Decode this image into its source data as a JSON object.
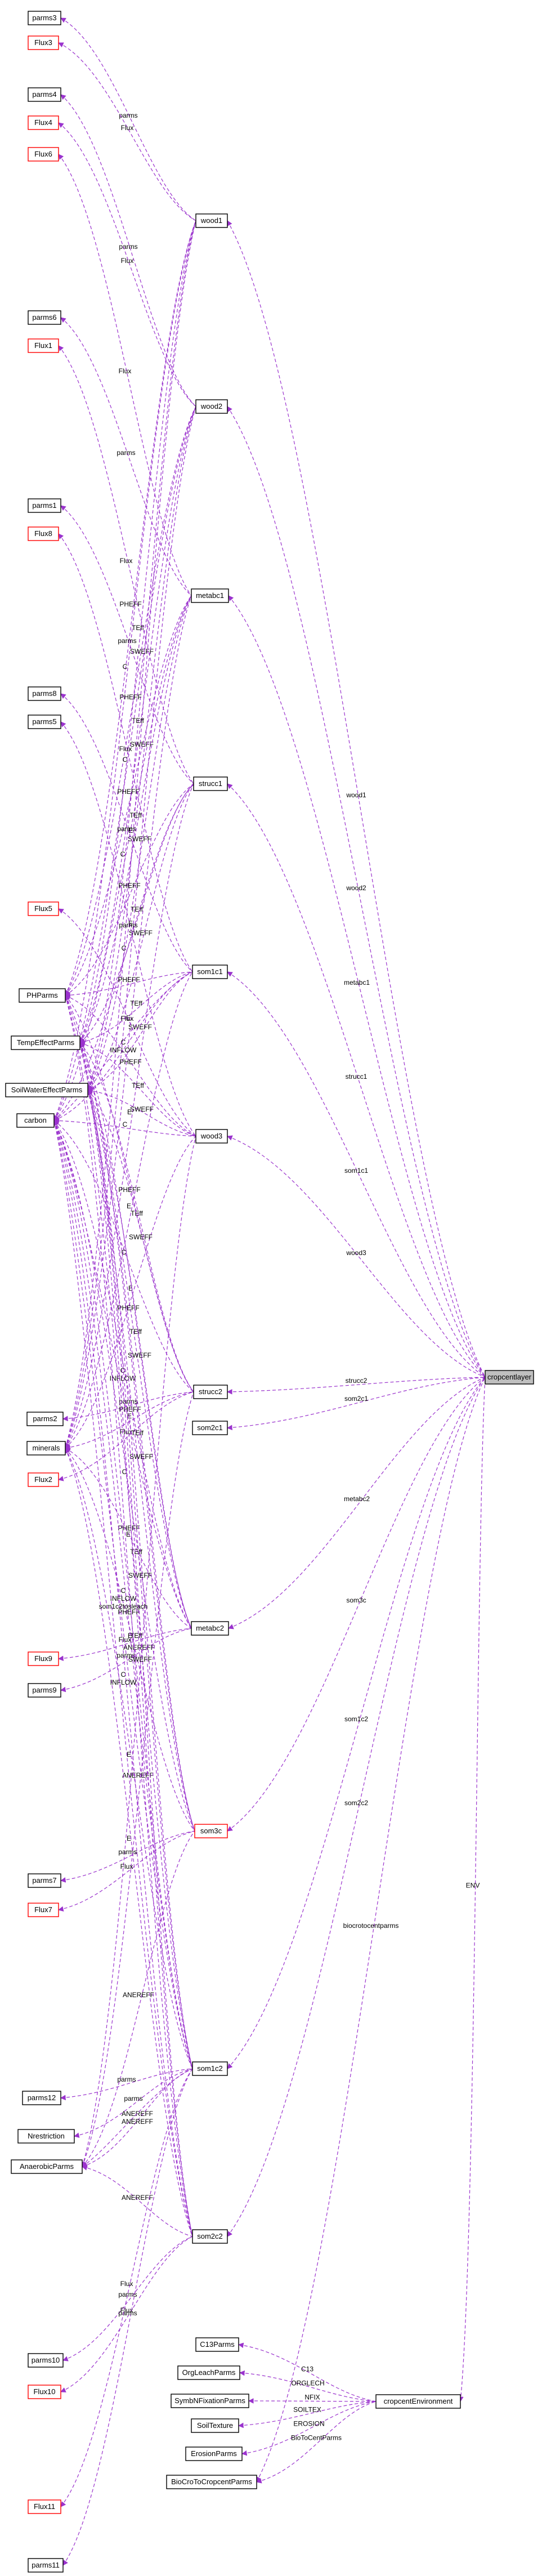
{
  "diagram": {
    "edge_color": "#9a32cd",
    "missing_color": "#ff0000",
    "focus_fill": "#bfbfbf",
    "nodes": [
      {
        "id": "cropcentlayer",
        "label": "cropcentlayer",
        "kind": "focus"
      },
      {
        "id": "wood1",
        "label": "wood1"
      },
      {
        "id": "wood2",
        "label": "wood2"
      },
      {
        "id": "metabc1",
        "label": "metabc1"
      },
      {
        "id": "strucc1",
        "label": "strucc1"
      },
      {
        "id": "som1c1",
        "label": "som1c1"
      },
      {
        "id": "wood3",
        "label": "wood3"
      },
      {
        "id": "strucc2",
        "label": "strucc2"
      },
      {
        "id": "som2c1",
        "label": "som2c1"
      },
      {
        "id": "metabc2",
        "label": "metabc2"
      },
      {
        "id": "som3c",
        "label": "som3c",
        "kind": "missing"
      },
      {
        "id": "som1c2",
        "label": "som1c2"
      },
      {
        "id": "som2c2",
        "label": "som2c2"
      },
      {
        "id": "cropcentEnvironment",
        "label": "cropcentEnvironment"
      },
      {
        "id": "C13Parms",
        "label": "C13Parms"
      },
      {
        "id": "OrgLeachParms",
        "label": "OrgLeachParms"
      },
      {
        "id": "SymbNFixationParms",
        "label": "SymbNFixationParms"
      },
      {
        "id": "SoilTexture",
        "label": "SoilTexture"
      },
      {
        "id": "ErosionParms",
        "label": "ErosionParms"
      },
      {
        "id": "BioCroToCropcentParms",
        "label": "BioCroToCropcentParms"
      },
      {
        "id": "parms3",
        "label": "parms3"
      },
      {
        "id": "Flux3",
        "label": "Flux3",
        "kind": "missing"
      },
      {
        "id": "parms4",
        "label": "parms4"
      },
      {
        "id": "Flux4",
        "label": "Flux4",
        "kind": "missing"
      },
      {
        "id": "Flux6",
        "label": "Flux6",
        "kind": "missing"
      },
      {
        "id": "parms6",
        "label": "parms6"
      },
      {
        "id": "Flux1",
        "label": "Flux1",
        "kind": "missing"
      },
      {
        "id": "parms1",
        "label": "parms1"
      },
      {
        "id": "Flux8",
        "label": "Flux8",
        "kind": "missing"
      },
      {
        "id": "parms8",
        "label": "parms8"
      },
      {
        "id": "parms5",
        "label": "parms5"
      },
      {
        "id": "Flux5",
        "label": "Flux5",
        "kind": "missing"
      },
      {
        "id": "PHParms",
        "label": "PHParms"
      },
      {
        "id": "TempEffectParms",
        "label": "TempEffectParms"
      },
      {
        "id": "SoilWaterEffectParms",
        "label": "SoilWaterEffectParms"
      },
      {
        "id": "carbon",
        "label": "carbon"
      },
      {
        "id": "parms2",
        "label": "parms2"
      },
      {
        "id": "minerals",
        "label": "minerals"
      },
      {
        "id": "Flux2",
        "label": "Flux2",
        "kind": "missing"
      },
      {
        "id": "Flux9",
        "label": "Flux9",
        "kind": "missing"
      },
      {
        "id": "parms9",
        "label": "parms9"
      },
      {
        "id": "parms7",
        "label": "parms7"
      },
      {
        "id": "Flux7",
        "label": "Flux7",
        "kind": "missing"
      },
      {
        "id": "parms12",
        "label": "parms12"
      },
      {
        "id": "Nrestriction",
        "label": "Nrestriction"
      },
      {
        "id": "AnaerobicParms",
        "label": "AnaerobicParms"
      },
      {
        "id": "parms10",
        "label": "parms10"
      },
      {
        "id": "Flux10",
        "label": "Flux10",
        "kind": "missing"
      },
      {
        "id": "Flux11",
        "label": "Flux11",
        "kind": "missing"
      },
      {
        "id": "parms11",
        "label": "parms11"
      }
    ],
    "edges": [
      {
        "from": "wood1",
        "to": "cropcentlayer",
        "label": "wood1"
      },
      {
        "from": "wood2",
        "to": "cropcentlayer",
        "label": "wood2"
      },
      {
        "from": "metabc1",
        "to": "cropcentlayer",
        "label": "metabc1"
      },
      {
        "from": "strucc1",
        "to": "cropcentlayer",
        "label": "strucc1"
      },
      {
        "from": "som1c1",
        "to": "cropcentlayer",
        "label": "som1c1"
      },
      {
        "from": "wood3",
        "to": "cropcentlayer",
        "label": "wood3"
      },
      {
        "from": "strucc2",
        "to": "cropcentlayer",
        "label": "strucc2"
      },
      {
        "from": "som2c1",
        "to": "cropcentlayer",
        "label": "som2c1"
      },
      {
        "from": "metabc2",
        "to": "cropcentlayer",
        "label": "metabc2"
      },
      {
        "from": "som3c",
        "to": "cropcentlayer",
        "label": "som3c"
      },
      {
        "from": "som1c2",
        "to": "cropcentlayer",
        "label": "som1c2"
      },
      {
        "from": "som2c2",
        "to": "cropcentlayer",
        "label": "som2c2"
      },
      {
        "from": "cropcentEnvironment",
        "to": "cropcentlayer",
        "label": "ENV"
      },
      {
        "from": "C13Parms",
        "to": "cropcentEnvironment",
        "label": "C13"
      },
      {
        "from": "OrgLeachParms",
        "to": "cropcentEnvironment",
        "label": "ORGLECH"
      },
      {
        "from": "SymbNFixationParms",
        "to": "cropcentEnvironment",
        "label": "NFIX"
      },
      {
        "from": "SoilTexture",
        "to": "cropcentEnvironment",
        "label": "SOILTEX"
      },
      {
        "from": "ErosionParms",
        "to": "cropcentEnvironment",
        "label": "EROSION"
      },
      {
        "from": "BioCroToCropcentParms",
        "to": "cropcentEnvironment",
        "label": "BioToCentParms"
      },
      {
        "from": "BioCroToCropcentParms",
        "to": "cropcentlayer",
        "label": "biocrotocentparms"
      },
      {
        "from": "parms3",
        "to": "wood1",
        "label": "parms"
      },
      {
        "from": "Flux3",
        "to": "wood1",
        "label": "Flux"
      },
      {
        "from": "PHParms",
        "to": "wood1",
        "label": "PHEFF"
      },
      {
        "from": "TempEffectParms",
        "to": "wood1",
        "label": "TEff"
      },
      {
        "from": "SoilWaterEffectParms",
        "to": "wood1",
        "label": "SWEFF"
      },
      {
        "from": "carbon",
        "to": "wood1",
        "label": "C"
      },
      {
        "from": "minerals",
        "to": "wood1",
        "label": "E"
      },
      {
        "from": "parms4",
        "to": "wood2",
        "label": "parms"
      },
      {
        "from": "Flux4",
        "to": "wood2",
        "label": "Flux"
      },
      {
        "from": "PHParms",
        "to": "wood2",
        "label": "PHEFF"
      },
      {
        "from": "TempEffectParms",
        "to": "wood2",
        "label": "TEff"
      },
      {
        "from": "SoilWaterEffectParms",
        "to": "wood2",
        "label": "SWEFF"
      },
      {
        "from": "carbon",
        "to": "wood2",
        "label": "C"
      },
      {
        "from": "minerals",
        "to": "wood2",
        "label": "E"
      },
      {
        "from": "parms6",
        "to": "metabc1",
        "label": "parms"
      },
      {
        "from": "Flux6",
        "to": "metabc1",
        "label": "Flux"
      },
      {
        "from": "PHParms",
        "to": "metabc1",
        "label": "PHEFF"
      },
      {
        "from": "TempEffectParms",
        "to": "metabc1",
        "label": "TEff"
      },
      {
        "from": "SoilWaterEffectParms",
        "to": "metabc1",
        "label": "SWEFF"
      },
      {
        "from": "carbon",
        "to": "metabc1",
        "label": "C"
      },
      {
        "from": "minerals",
        "to": "metabc1",
        "label": "E"
      },
      {
        "from": "parms1",
        "to": "strucc1",
        "label": "parms"
      },
      {
        "from": "Flux1",
        "to": "strucc1",
        "label": "Flux"
      },
      {
        "from": "PHParms",
        "to": "strucc1",
        "label": "PHEFF"
      },
      {
        "from": "TempEffectParms",
        "to": "strucc1",
        "label": "TEff"
      },
      {
        "from": "SoilWaterEffectParms",
        "to": "strucc1",
        "label": "SWEFF"
      },
      {
        "from": "carbon",
        "to": "strucc1",
        "label": "C"
      },
      {
        "from": "minerals",
        "to": "strucc1",
        "label": "E"
      },
      {
        "from": "parms8",
        "to": "som1c1",
        "label": "parms"
      },
      {
        "from": "Flux8",
        "to": "som1c1",
        "label": "Flux"
      },
      {
        "from": "PHParms",
        "to": "som1c1",
        "label": "PHEFF"
      },
      {
        "from": "TempEffectParms",
        "to": "som1c1",
        "label": "TEff"
      },
      {
        "from": "SoilWaterEffectParms",
        "to": "som1c1",
        "label": "SWEFF"
      },
      {
        "from": "carbon",
        "to": "som1c1",
        "label": "C"
      },
      {
        "from": "minerals",
        "to": "som1c1",
        "label": "E"
      },
      {
        "from": "carbon",
        "to": "som1c1",
        "label": "INFLOW"
      },
      {
        "from": "parms5",
        "to": "wood3",
        "label": "parms"
      },
      {
        "from": "Flux5",
        "to": "wood3",
        "label": "Flux"
      },
      {
        "from": "PHParms",
        "to": "wood3",
        "label": "PHEFF"
      },
      {
        "from": "TempEffectParms",
        "to": "wood3",
        "label": "TEff"
      },
      {
        "from": "SoilWaterEffectParms",
        "to": "wood3",
        "label": "SWEFF"
      },
      {
        "from": "carbon",
        "to": "wood3",
        "label": "C"
      },
      {
        "from": "minerals",
        "to": "wood3",
        "label": "E"
      },
      {
        "from": "AnaerobicParms",
        "to": "wood3",
        "label": "ANEREFF"
      },
      {
        "from": "parms2",
        "to": "strucc2",
        "label": "parms"
      },
      {
        "from": "Flux2",
        "to": "strucc2",
        "label": "Flux"
      },
      {
        "from": "PHParms",
        "to": "strucc2",
        "label": "PHEFF"
      },
      {
        "from": "TempEffectParms",
        "to": "strucc2",
        "label": "TEff"
      },
      {
        "from": "SoilWaterEffectParms",
        "to": "strucc2",
        "label": "SWEFF"
      },
      {
        "from": "carbon",
        "to": "strucc2",
        "label": "C"
      },
      {
        "from": "minerals",
        "to": "strucc2",
        "label": "E"
      },
      {
        "from": "AnaerobicParms",
        "to": "strucc2",
        "label": "ANEREFF"
      },
      {
        "from": "parms9",
        "to": "metabc2",
        "label": "parms"
      },
      {
        "from": "Flux9",
        "to": "metabc2",
        "label": "Flux"
      },
      {
        "from": "PHParms",
        "to": "metabc2",
        "label": "PHEFF"
      },
      {
        "from": "TempEffectParms",
        "to": "metabc2",
        "label": "TEff"
      },
      {
        "from": "SoilWaterEffectParms",
        "to": "metabc2",
        "label": "SWEFF"
      },
      {
        "from": "carbon",
        "to": "metabc2",
        "label": "C"
      },
      {
        "from": "minerals",
        "to": "metabc2",
        "label": "E"
      },
      {
        "from": "carbon",
        "to": "metabc2",
        "label": "INFLOW"
      },
      {
        "from": "parms7",
        "to": "som3c",
        "label": "parms"
      },
      {
        "from": "Flux7",
        "to": "som3c",
        "label": "Flux"
      },
      {
        "from": "PHParms",
        "to": "som3c",
        "label": "PHEFF"
      },
      {
        "from": "TempEffectParms",
        "to": "som3c",
        "label": "TEff"
      },
      {
        "from": "SoilWaterEffectParms",
        "to": "som3c",
        "label": "SWEFF"
      },
      {
        "from": "carbon",
        "to": "som3c",
        "label": "C"
      },
      {
        "from": "minerals",
        "to": "som3c",
        "label": "E"
      },
      {
        "from": "AnaerobicParms",
        "to": "som3c",
        "label": "ANEREFF"
      },
      {
        "from": "parms12",
        "to": "som1c2",
        "label": "parms"
      },
      {
        "from": "PHParms",
        "to": "som1c2",
        "label": "PHEFF"
      },
      {
        "from": "TempEffectParms",
        "to": "som1c2",
        "label": "TEff"
      },
      {
        "from": "SoilWaterEffectParms",
        "to": "som1c2",
        "label": "SWEFF"
      },
      {
        "from": "carbon",
        "to": "som1c2",
        "label": "C"
      },
      {
        "from": "Nrestriction",
        "to": "som1c2",
        "label": "parms"
      },
      {
        "from": "carbon",
        "to": "som1c2",
        "label": "INFLOW"
      },
      {
        "from": "AnaerobicParms",
        "to": "som1c2",
        "label": "ANEREFF"
      },
      {
        "from": "parms10",
        "to": "som2c2",
        "label": "parms"
      },
      {
        "from": "Flux10",
        "to": "som2c2",
        "label": "Flux"
      },
      {
        "from": "PHParms",
        "to": "som2c2",
        "label": "PHEFF"
      },
      {
        "from": "TempEffectParms",
        "to": "som2c2",
        "label": "TEff"
      },
      {
        "from": "SoilWaterEffectParms",
        "to": "som2c2",
        "label": "SWEFF"
      },
      {
        "from": "carbon",
        "to": "som2c2",
        "label": "C"
      },
      {
        "from": "minerals",
        "to": "som2c2",
        "label": "E"
      },
      {
        "from": "AnaerobicParms",
        "to": "som2c2",
        "label": "ANEREFF"
      },
      {
        "from": "carbon",
        "to": "som2c2",
        "label": "INFLOW"
      },
      {
        "from": "parms11",
        "to": "som1c2",
        "label": "parms"
      },
      {
        "from": "Flux11",
        "to": "som1c2",
        "label": "Flux"
      },
      {
        "from": "carbon",
        "to": "som1c2",
        "label": "som1c2tosleach"
      },
      {
        "from": "minerals",
        "to": "som1c2",
        "label": "E"
      },
      {
        "from": "AnaerobicParms",
        "to": "som1c2",
        "label": "ANEREFF"
      }
    ]
  }
}
